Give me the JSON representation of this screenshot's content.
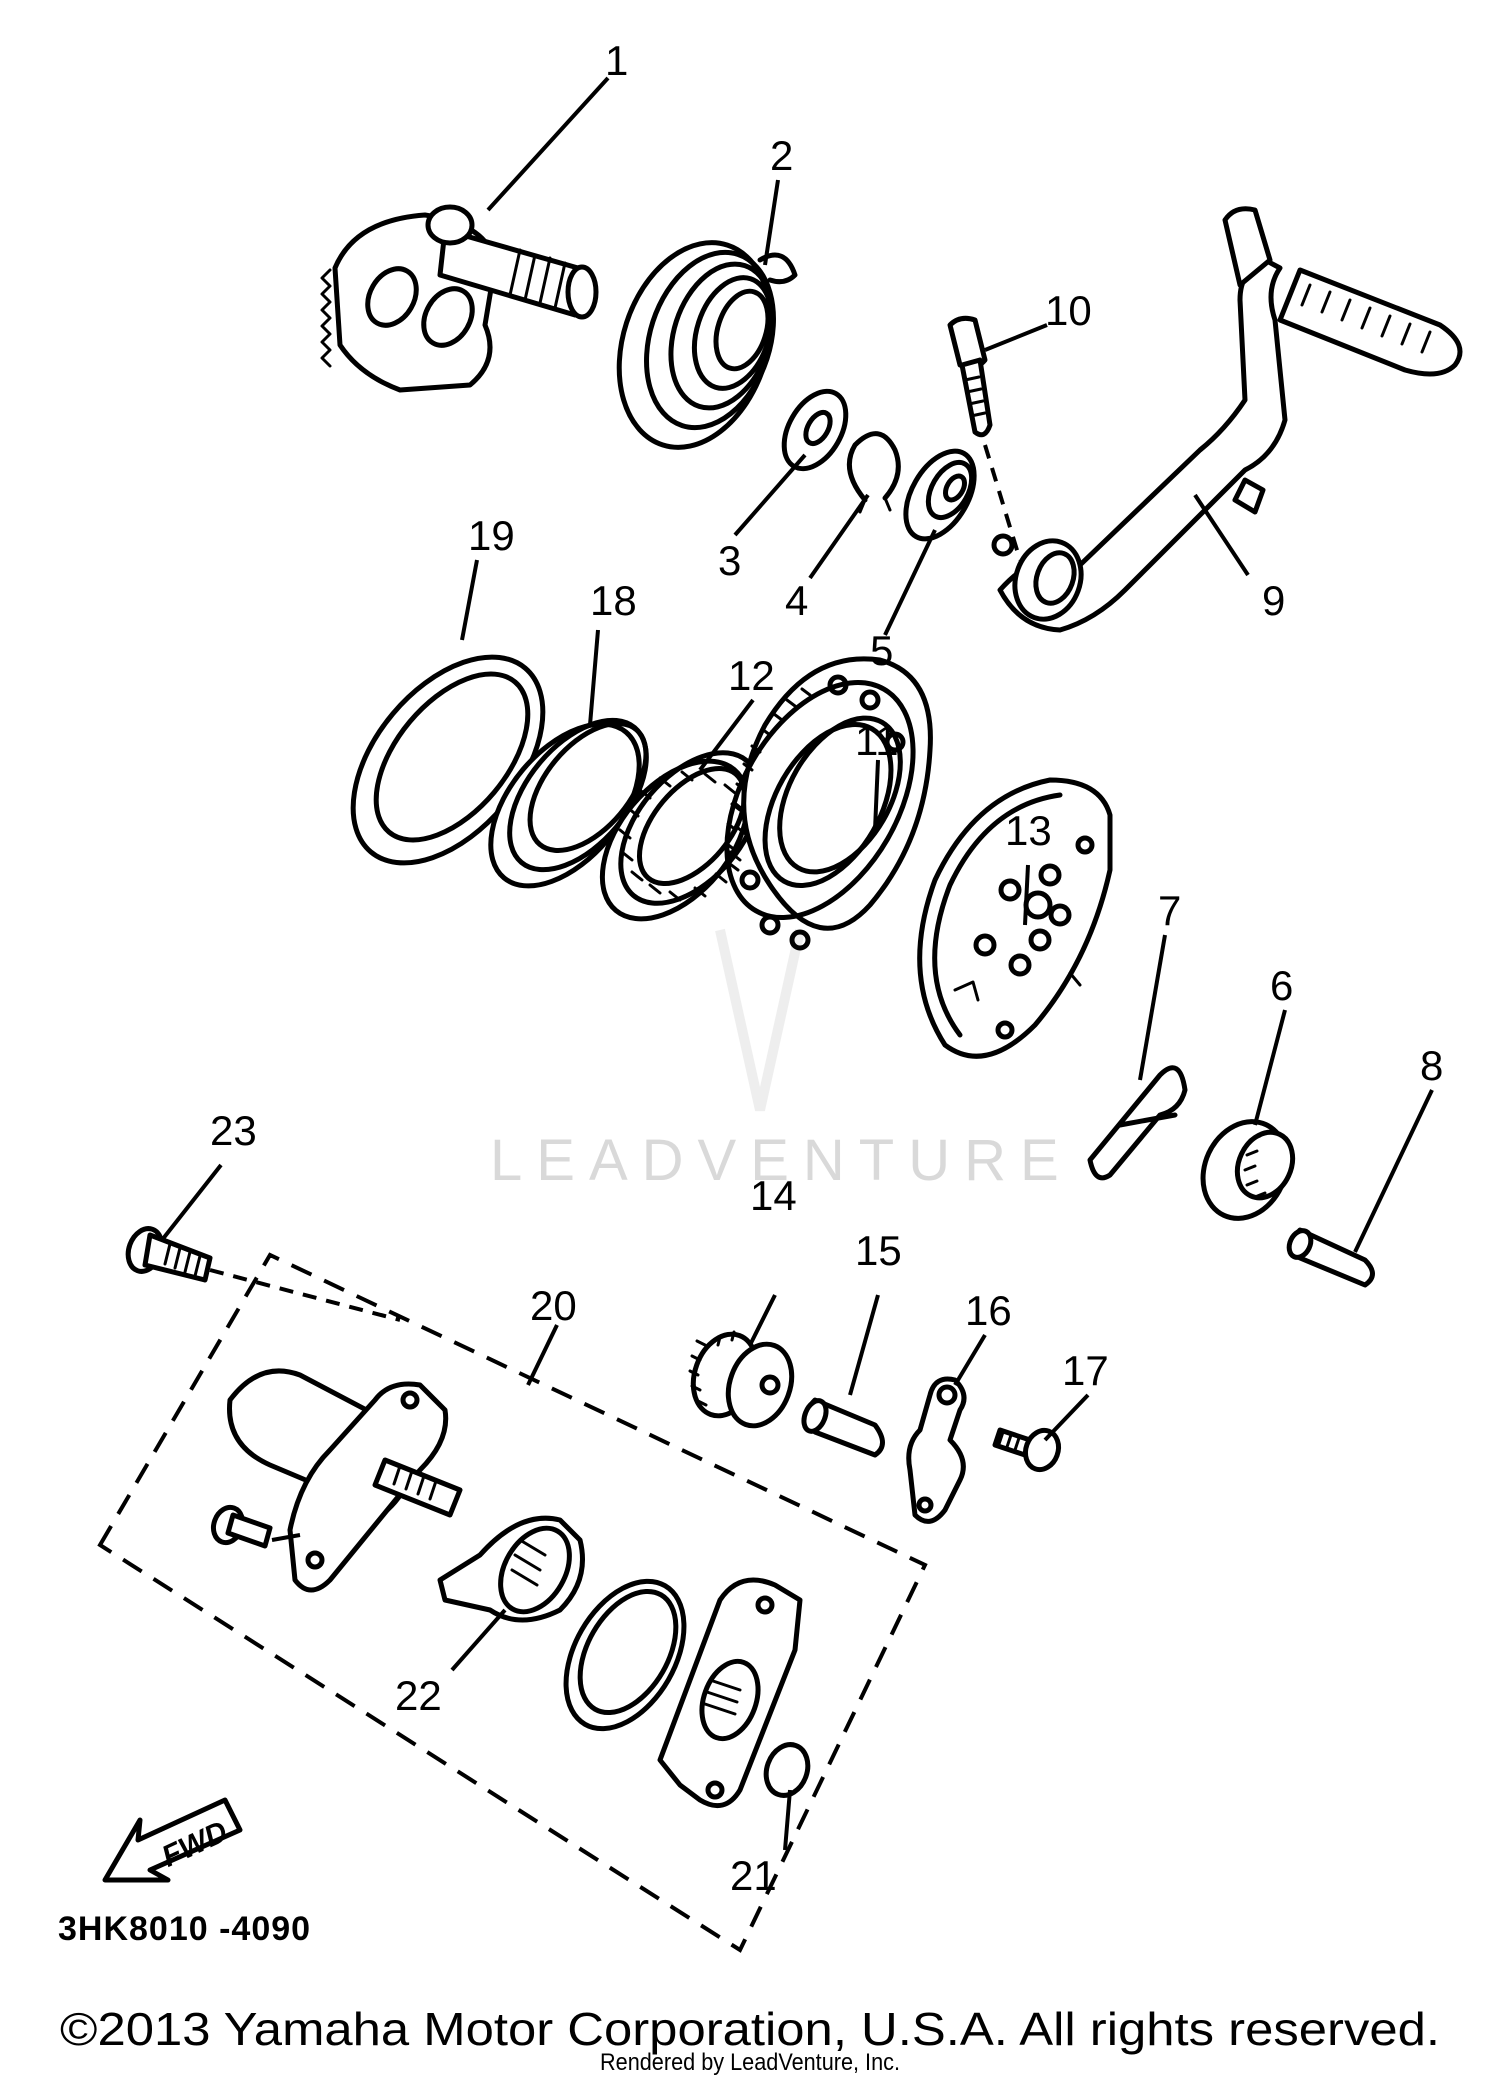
{
  "diagram_code": "3HK8010 -4090",
  "copyright": "©2013 Yamaha Motor Corporation, U.S.A. All rights reserved.",
  "rendered_by": "Rendered by LeadVenture, Inc.",
  "watermark": "LEADVENTURE",
  "fwd_label": "FWD",
  "callouts": {
    "c1": "1",
    "c2": "2",
    "c3": "3",
    "c4": "4",
    "c5": "5",
    "c6": "6",
    "c7": "7",
    "c8": "8",
    "c9": "9",
    "c10": "10",
    "c11": "11",
    "c12": "12",
    "c13": "13",
    "c14": "14",
    "c15": "15",
    "c16": "16",
    "c17": "17",
    "c18": "18",
    "c19": "19",
    "c20": "20",
    "c21": "21",
    "c22": "22",
    "c23": "23"
  }
}
